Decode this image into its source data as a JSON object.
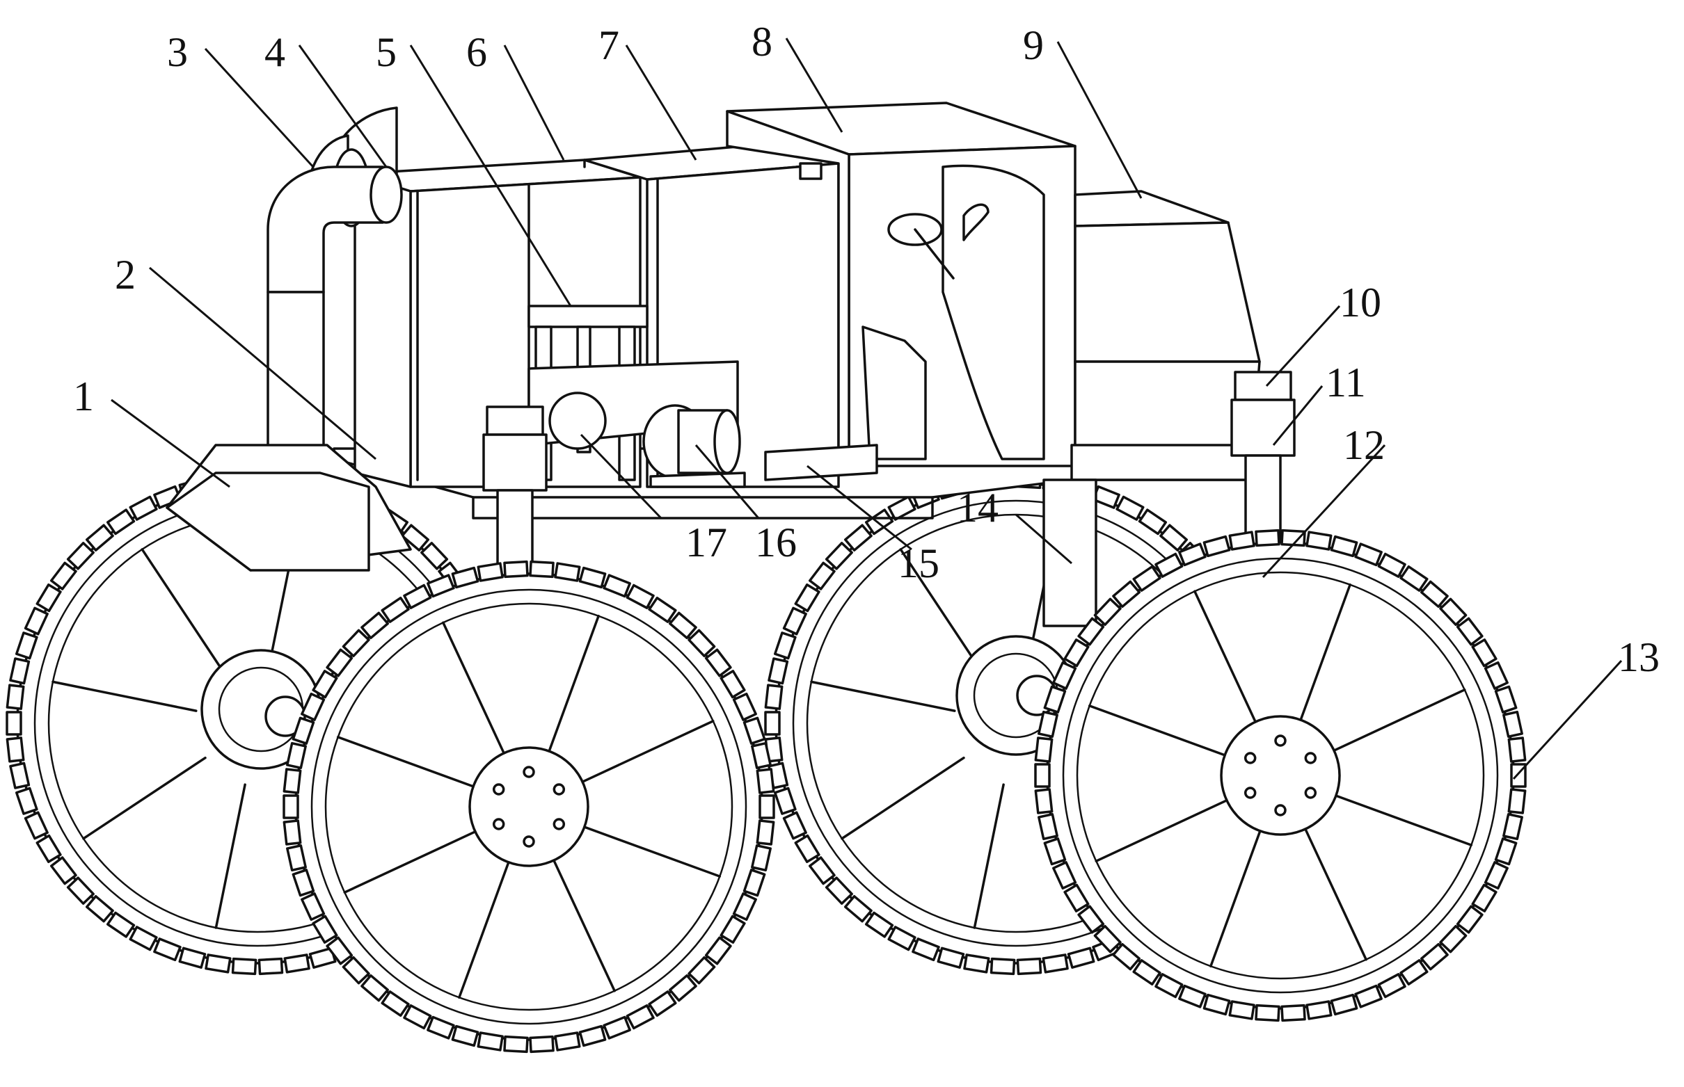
{
  "labels": [
    {
      "id": "1",
      "text": "1"
    },
    {
      "id": "2",
      "text": "2"
    },
    {
      "id": "3",
      "text": "3"
    },
    {
      "id": "4",
      "text": "4"
    },
    {
      "id": "5",
      "text": "5"
    },
    {
      "id": "6",
      "text": "6"
    },
    {
      "id": "7",
      "text": "7"
    },
    {
      "id": "8",
      "text": "8"
    },
    {
      "id": "9",
      "text": "9"
    },
    {
      "id": "10",
      "text": "10"
    },
    {
      "id": "11",
      "text": "11"
    },
    {
      "id": "12",
      "text": "12"
    },
    {
      "id": "13",
      "text": "13"
    },
    {
      "id": "14",
      "text": "14"
    },
    {
      "id": "15",
      "text": "15"
    },
    {
      "id": "16",
      "text": "16"
    },
    {
      "id": "17",
      "text": "17"
    }
  ],
  "colors": {
    "line": "#111111",
    "background": "#ffffff"
  }
}
